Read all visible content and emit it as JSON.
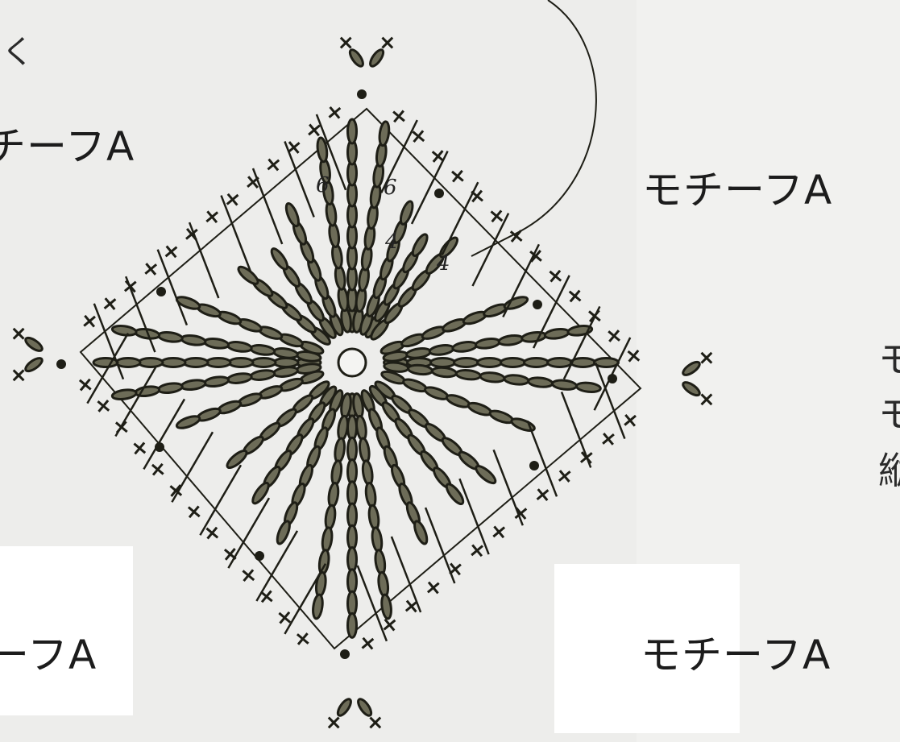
{
  "labels": {
    "top_left_partial": "チーフA",
    "top_right": "モチーフA",
    "bottom_left_partial": "ーフA",
    "bottom_right": "モチーフA",
    "top_edge_char": "く",
    "right_edge_chars": [
      "モ",
      "モ",
      "縦"
    ]
  },
  "round_numbers": [
    "6",
    "6",
    "4",
    "4"
  ],
  "colors": {
    "paper": "#ededeb",
    "ink": "#1e1e16",
    "stitch_fill": "#6d6c58",
    "label_box": "#ffffff"
  },
  "icons": [
    "crochet-chart"
  ]
}
